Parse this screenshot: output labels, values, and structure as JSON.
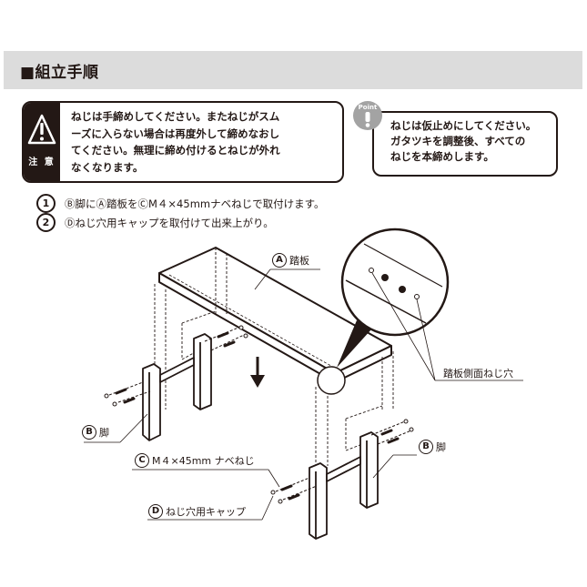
{
  "header": {
    "title": "■組立手順"
  },
  "caution": {
    "icon": "warning-triangle-icon",
    "label": "注 意",
    "text": "ねじは手締めしてください。またねじがスム\nーズに入らない場合は再度外して締めなおし\nてください。無理に締め付けるとねじが外れ\nなくなります。"
  },
  "point": {
    "badge_label": "Point",
    "icon": "exclamation-icon",
    "text": "ねじは仮止めにしてください。\nガタツキを調整後、すべての\nねじを本締めします。"
  },
  "steps": [
    {
      "number": "1",
      "text": "Ⓑ脚にⒶ踏板をⒸM４×45mmナベねじで取付けます。"
    },
    {
      "number": "2",
      "text": "Ⓓねじ穴用キャップを取付けて出来上がり。"
    }
  ],
  "diagram": {
    "labels": {
      "a_letter": "A",
      "a_text": "踏板",
      "b_letter": "B",
      "b_text": "脚",
      "c_letter": "C",
      "c_text": "M４×45mm ナベねじ",
      "d_letter": "D",
      "d_text": "ねじ穴用キャップ",
      "side_holes": "踏板側面ねじ穴"
    },
    "colors": {
      "ink": "#231815",
      "header_bg": "#dcdcdc",
      "badge_gray": "#a3a3a3"
    }
  }
}
